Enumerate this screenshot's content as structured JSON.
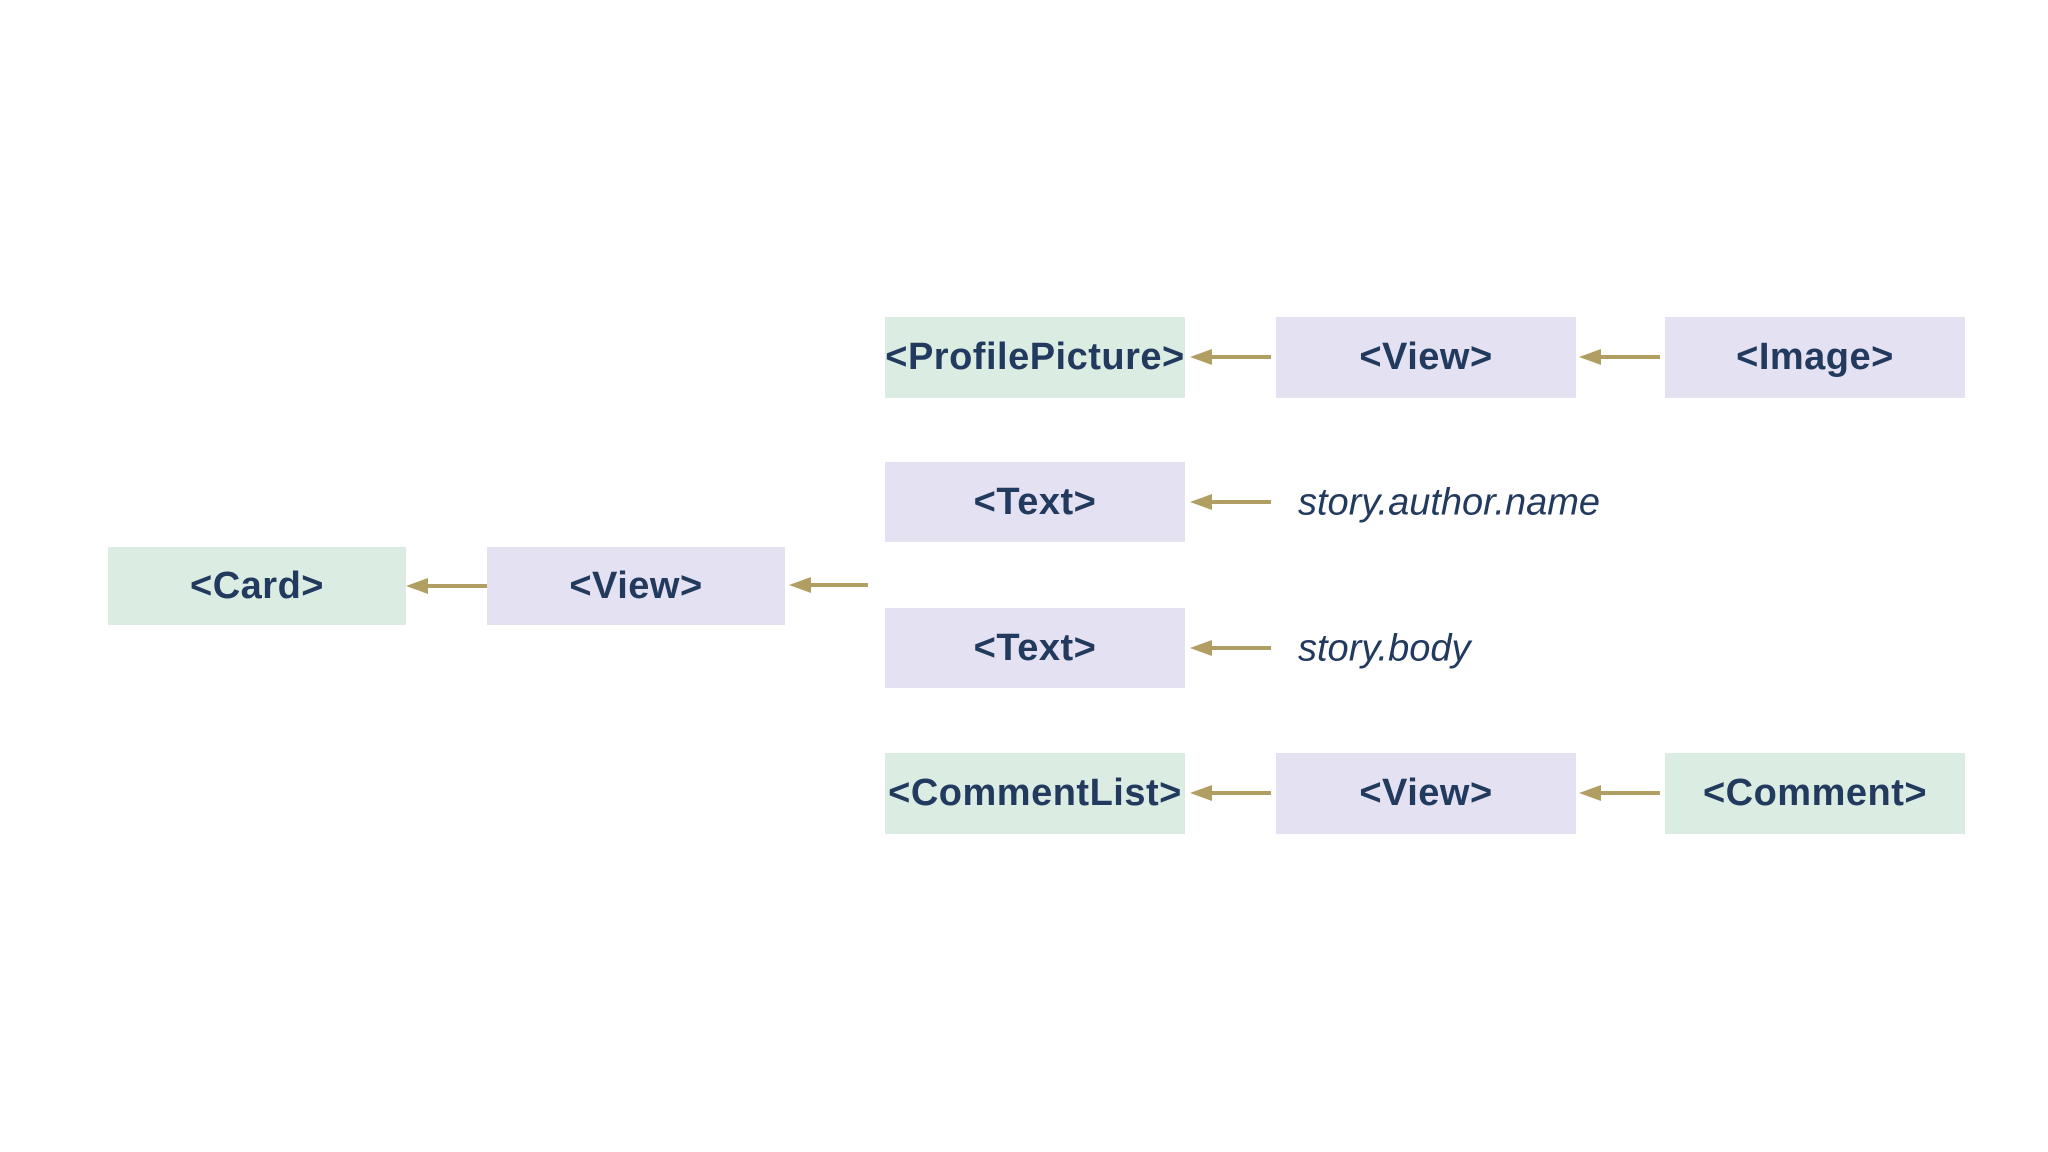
{
  "diagram": {
    "background": "#ffffff",
    "colors": {
      "component_box_mint": "#dbece3",
      "builtin_box_lavender": "#e4e1f2",
      "label_text_navy": "#213a5e",
      "arrow_tan": "#b19e62"
    },
    "nodes": {
      "card": {
        "label": "<Card>",
        "style": "mint"
      },
      "view_root": {
        "label": "<View>",
        "style": "lavender"
      },
      "profile_picture": {
        "label": "<ProfilePicture>",
        "style": "mint"
      },
      "view_profile": {
        "label": "<View>",
        "style": "lavender"
      },
      "image": {
        "label": "<Image>",
        "style": "lavender"
      },
      "text_author": {
        "label": "<Text>",
        "style": "lavender"
      },
      "text_body": {
        "label": "<Text>",
        "style": "lavender"
      },
      "comment_list": {
        "label": "<CommentList>",
        "style": "mint"
      },
      "view_comments": {
        "label": "<View>",
        "style": "lavender"
      },
      "comment": {
        "label": "<Comment>",
        "style": "mint"
      }
    },
    "prop_labels": {
      "author_name": "story.author.name",
      "body": "story.body"
    },
    "arrows": [
      {
        "from": "view_root",
        "to": "card"
      },
      {
        "from": "children-rows",
        "to": "view_root"
      },
      {
        "from": "view_profile",
        "to": "profile_picture"
      },
      {
        "from": "image",
        "to": "view_profile"
      },
      {
        "from": "author_name",
        "to": "text_author"
      },
      {
        "from": "body",
        "to": "text_body"
      },
      {
        "from": "view_comments",
        "to": "comment_list"
      },
      {
        "from": "comment",
        "to": "view_comments"
      }
    ]
  }
}
